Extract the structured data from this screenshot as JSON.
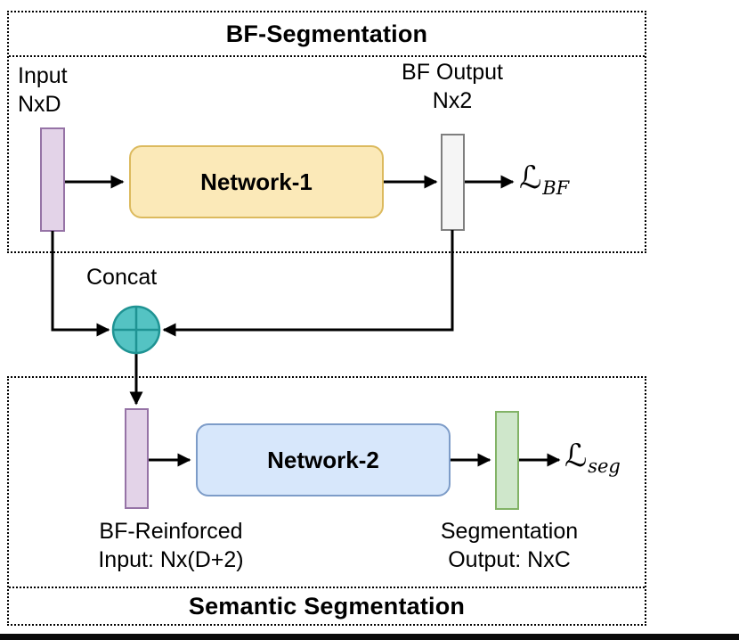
{
  "top_section": {
    "title": "BF-Segmentation",
    "input_label": [
      "Input",
      "NxD"
    ],
    "network_label": "Network-1",
    "output_label": [
      "BF Output",
      "Nx2"
    ],
    "loss": {
      "symbol": "ℒ",
      "subscript": "BF"
    }
  },
  "concat": {
    "label": "Concat",
    "icon": "plus-circle"
  },
  "bottom_section": {
    "title": "Semantic Segmentation",
    "network_label": "Network-2",
    "input_label": [
      "BF-Reinforced",
      "Input: Nx(D+2)"
    ],
    "output_label": [
      "Segmentation",
      "Output: NxC"
    ],
    "loss": {
      "symbol": "ℒ",
      "subscript": "seg"
    }
  },
  "colors": {
    "purple_fill": "#E3D3E8",
    "purple_border": "#9673A6",
    "yellow_fill": "#FBE9B8",
    "yellow_border": "#DCBA5E",
    "blue_fill": "#D7E7FB",
    "blue_border": "#7D9CC8",
    "green_fill": "#CFE7CB",
    "green_border": "#82B366",
    "gray_fill": "#F5F5F5",
    "gray_border": "#7F7F7F",
    "teal_fill": "#54C3C3",
    "teal_border": "#1F9393",
    "line": "#000000"
  }
}
